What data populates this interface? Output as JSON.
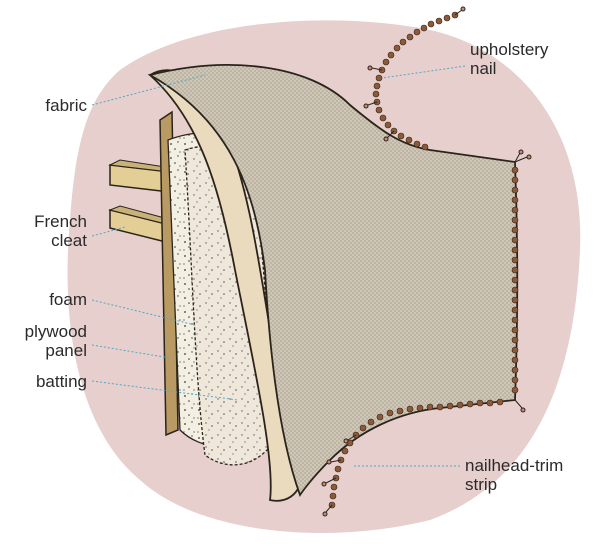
{
  "labels": {
    "fabric": "fabric",
    "french_cleat": [
      "French",
      "cleat"
    ],
    "foam": "foam",
    "plywood_panel": [
      "plywood",
      "panel"
    ],
    "batting": "batting",
    "upholstery_nail": [
      "upholstery",
      "nail"
    ],
    "nailhead_trim_strip": [
      "nailhead-trim",
      "strip"
    ]
  },
  "colors": {
    "background_blob": "#e6cfcd",
    "fabric": "#cfc7b8",
    "fabric_lining": "#eadbbe",
    "foam": "#f3efe2",
    "batting": "#efe8da",
    "plywood": "#b99a62",
    "cleat": "#e3cf96",
    "nail": "#8a5a3a",
    "leader": "#4fa9c9",
    "outline": "#2b241b"
  }
}
